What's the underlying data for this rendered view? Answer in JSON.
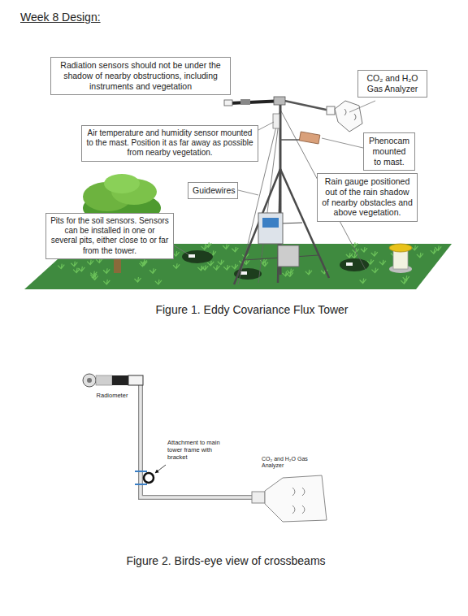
{
  "diagram": {
    "title": "Week 8 Design:",
    "nodes": [
      {
        "text": [
          "Radiation sensors should not be under the shadow of nearby obstructions, including instruments and vegetation"
        ]
      },
      {
        "text": [
          "CO₂ and H₂O Gas Analyzer"
        ]
      },
      {
        "text": [
          "Air temperature and humidity sensor mounted to the mast. Position it as far away as possible from nearby vegetation."
        ]
      },
      {
        "text": [
          "Phenocam mounted to mast."
        ]
      },
      {
        "text": [
          "Guidewires"
        ]
      },
      {
        "text": [
          "Rain gauge positioned out of the rain shadow of nearby obstacles and above vegetation."
        ]
      },
      {
        "text": [
          "Pits for the soil sensors. Sensors can be installed in one or several pits, either close to or far from the tower."
        ]
      }
    ],
    "labels": [
      "Figure 1. Eddy Covariance Flux Tower",
      "Radiometer",
      "Attachment to main tower frame with bracket",
      "CO₂ and H₂O Gas Analyzer",
      "Figure 2. Birds-eye view of crossbeams"
    ]
  }
}
